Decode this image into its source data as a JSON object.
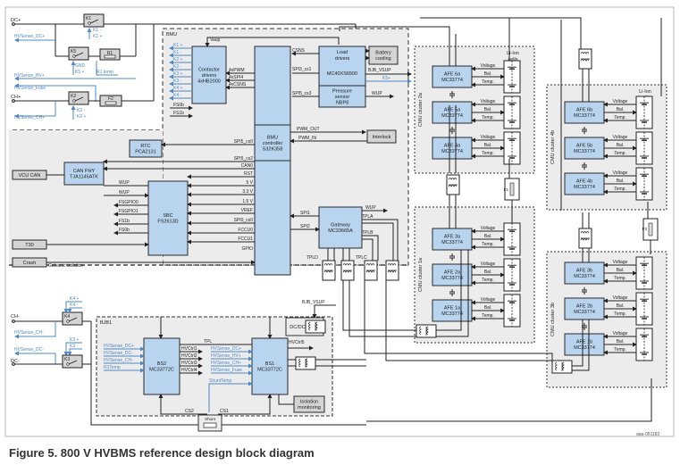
{
  "figure": {
    "caption": "Figure 5.  800 V HVBMS reference design block diagram",
    "doc_id": "aaa-051182"
  },
  "colors": {
    "chip_fill": "#b8d4ef",
    "chip_stroke": "#2a2a2a",
    "gray_box": "#d4d4d4",
    "area_fill": "#ececec",
    "sense_blue": "#4f88c6",
    "line": "#222222"
  },
  "top_left": {
    "terminals": [
      "DC+",
      "CH+"
    ],
    "relays": [
      "K1",
      "K5",
      "K2"
    ],
    "resistor": "R1",
    "fuse": "F2",
    "k1_signals": [
      "K1 -",
      "K1 +"
    ],
    "k5_signals": [
      "GND",
      "K5 +"
    ],
    "r1_temp": "R1 temp",
    "k2_signals": [
      "K2 -",
      "K2 +"
    ],
    "sense_lines": [
      "HVSense_DC+",
      "HVSense_HV+",
      "HVSense_Fuse",
      "HVSense_CH+"
    ]
  },
  "bmu": {
    "label": "BMU",
    "vaup": "Vaup",
    "contactor": {
      "lines": [
        "Contactor",
        "drivers",
        "4xHB2000"
      ]
    },
    "contactor_outputs": [
      "K1 +",
      "K1 -",
      "K2 +",
      "K2 -",
      "K3 +",
      "K3 -",
      "K4 +",
      "K4 -"
    ],
    "contactor_inputs": [
      "FS0b",
      "FS1b"
    ],
    "contactor_bus": [
      "4xPWM",
      "4xSPI4",
      "4xCSNS"
    ],
    "controller": {
      "lines": [
        "BMU",
        "controller",
        "S32K358"
      ]
    },
    "load_drivers": {
      "lines": [
        "Load",
        "drivers",
        "MC40XS6500"
      ]
    },
    "battery_cooling": {
      "lines": [
        "Battery",
        "cooling"
      ]
    },
    "pressure": {
      "lines": [
        "Pressure",
        "sensor",
        "NBP8"
      ]
    },
    "interlock": "Interlock",
    "signals_load": [
      "CSNS",
      "SPI3_cs1",
      "SPI5_cs3",
      "BJB_VSUP",
      "K5+",
      "WUP"
    ],
    "pwm": [
      "PWM_OUT",
      "PWM_IN"
    ],
    "rtc": {
      "lines": [
        "RTC",
        "PCA2131"
      ]
    },
    "can_phy": {
      "lines": [
        "CAN PHY",
        "TJA1145ATK"
      ]
    },
    "sbc": {
      "lines": [
        "SBC",
        "FS2613D"
      ]
    },
    "vcu_can": "VCU CAN",
    "t30": "T30",
    "crash": "Crash",
    "galvanic": "Galvanic isolation",
    "ctrl_signals": [
      "SPI5_cs0",
      "SPI5_cs2",
      "CAN0",
      "RST",
      "5 V",
      "3.3 V",
      "1.5 V",
      "VREF",
      "SPI0_cs0",
      "FCCU0",
      "FCCU1",
      "GPIO"
    ],
    "sbc_left": [
      "WUP",
      "WUP",
      "FSGPIO0",
      "FSGPIO1",
      "FS1b",
      "FS0b"
    ],
    "gateway": {
      "lines": [
        "Gateway",
        "MC33665A"
      ]
    },
    "gateway_signals": [
      "SPI1",
      "SPI2",
      "WUP",
      "TPLA",
      "TPLB",
      "TPLC",
      "TPLD"
    ]
  },
  "cmu_clusters": [
    {
      "name": "CMU cluster 2a",
      "afes": [
        {
          "id": "AFE 6a",
          "part": "MC33774"
        },
        {
          "id": "AFE 5a",
          "part": "MC33774"
        },
        {
          "id": "AFE 4a",
          "part": "MC33774"
        }
      ],
      "cells_label": [
        "Li-Ion",
        "cells"
      ]
    },
    {
      "name": "CMU cluster 1a",
      "afes": [
        {
          "id": "AFE 3a",
          "part": "MC33774"
        },
        {
          "id": "AFE 2a",
          "part": "MC33774"
        },
        {
          "id": "AFE 1a",
          "part": "MC33774"
        }
      ]
    },
    {
      "name": "CMU cluster 4b",
      "afes": [
        {
          "id": "AFE 6b",
          "part": "MC33774"
        },
        {
          "id": "AFE 5b",
          "part": "MC33774"
        },
        {
          "id": "AFE 4b",
          "part": "MC33774"
        }
      ],
      "cells_label": [
        "Li-Ion",
        "cells"
      ]
    },
    {
      "name": "CMU cluster 3b",
      "afes": [
        {
          "id": "AFE 3b",
          "part": "MC33774"
        },
        {
          "id": "AFE 2b",
          "part": "MC33774"
        },
        {
          "id": "AFE 1b",
          "part": "MC33774"
        }
      ]
    }
  ],
  "afe_signals": [
    "Voltage",
    "Bal.",
    "Temp."
  ],
  "fuses": [
    "F1",
    "F3"
  ],
  "bottom_left": {
    "terminals": [
      "CH-",
      "DC-"
    ],
    "relays": [
      "K4",
      "K3"
    ],
    "k4_signals": [
      "K4 +",
      "K4 -"
    ],
    "k3_signals": [
      "K3 +",
      "K3 -"
    ],
    "sense_lines": [
      "HVSense_CH-",
      "HVSense_DC-"
    ]
  },
  "bjb": {
    "label": "BJB1",
    "bjb_vsup": "BJB_VSUP",
    "dcdc": "DC/DC",
    "bs2": {
      "lines": [
        "BS2",
        "MC33772C"
      ]
    },
    "bs1": {
      "lines": [
        "BS1",
        "MC33772C"
      ]
    },
    "bs2_inputs": [
      "HVSense_DC+",
      "HVSense_DC-",
      "HVSense_CH-",
      "R1Temp"
    ],
    "hvctrl": [
      "HVCtrl1",
      "HVCtrl2",
      "HVCtrl3",
      "HVCtrl4"
    ],
    "bs1_inputs": [
      "HVSense_DC+",
      "HVSense_HV+",
      "HVSense_CH+",
      "HVSense_Fuse"
    ],
    "shunt_temp": "ShuntTemp",
    "tpl": "TPL",
    "hvctrl5": "HVCtrl5",
    "isolation": {
      "lines": [
        "Isolation",
        "monitoring"
      ]
    },
    "cs": [
      "CS2",
      "CS1"
    ],
    "shunt": "Shunt"
  }
}
